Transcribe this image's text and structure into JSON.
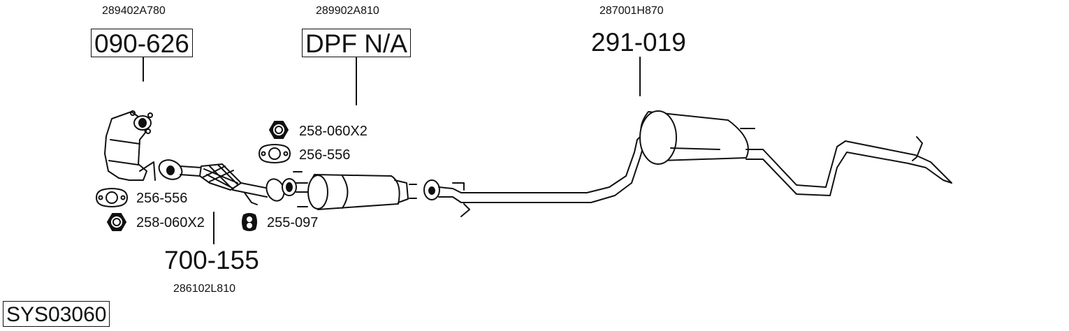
{
  "system_code": "SYS03060",
  "parts": [
    {
      "id": "catalytic-converter",
      "oem": "289402A780",
      "part_no": "090-626",
      "boxed": true
    },
    {
      "id": "dpf",
      "oem": "289902A810",
      "part_no": "DPF N/A",
      "boxed": true
    },
    {
      "id": "rear-silencer",
      "oem": "287001H870",
      "part_no": "291-019",
      "boxed": false
    },
    {
      "id": "front-pipe",
      "oem": "286102L810",
      "part_no": "700-155",
      "boxed": false
    }
  ],
  "accessories": [
    {
      "id": "nut-1",
      "icon": "hex-nut-icon",
      "label": "258-060X2"
    },
    {
      "id": "gasket-1",
      "icon": "gasket-icon",
      "label": "256-556"
    },
    {
      "id": "gasket-2",
      "icon": "gasket-icon",
      "label": "256-556"
    },
    {
      "id": "nut-2",
      "icon": "hex-nut-icon",
      "label": "258-060X2"
    },
    {
      "id": "rubber-mount",
      "icon": "rubber-mount-icon",
      "label": "255-097"
    }
  ],
  "colors": {
    "line": "#111111",
    "background": "#ffffff"
  }
}
